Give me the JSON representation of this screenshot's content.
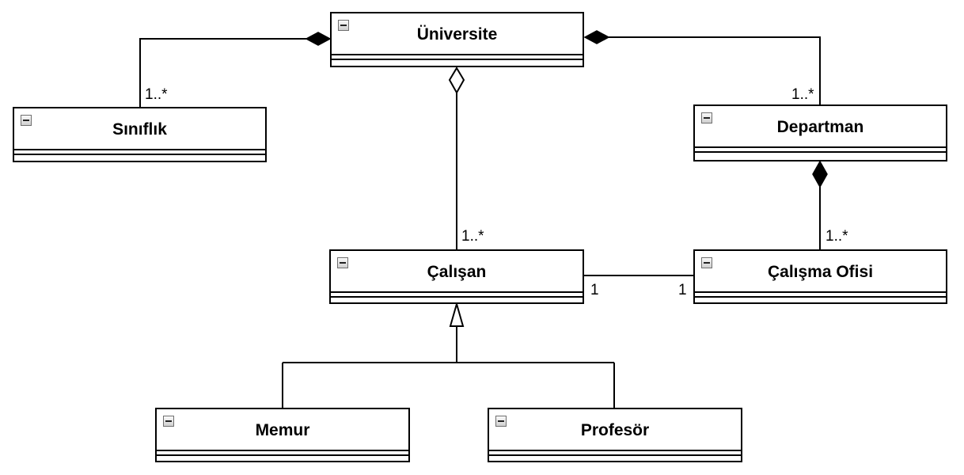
{
  "diagram": {
    "classes": {
      "universite": "Üniversite",
      "siniflik": "Sınıflık",
      "departman": "Departman",
      "calisan": "Çalışan",
      "calisma_ofisi": "Çalışma Ofisi",
      "memur": "Memur",
      "profesor": "Profesör"
    },
    "multiplicities": {
      "siniflik_end": "1..*",
      "departman_end": "1..*",
      "calisan_end": "1..*",
      "calisma_ofisi_end": "1..*",
      "calisan_office_left": "1",
      "calisan_office_right": "1"
    },
    "relationships": [
      {
        "from": "Üniversite",
        "to": "Sınıflık",
        "kind": "composition",
        "multiplicity": "1..*"
      },
      {
        "from": "Üniversite",
        "to": "Departman",
        "kind": "composition",
        "multiplicity": "1..*"
      },
      {
        "from": "Üniversite",
        "to": "Çalışan",
        "kind": "aggregation",
        "multiplicity": "1..*"
      },
      {
        "from": "Departman",
        "to": "Çalışma Ofisi",
        "kind": "composition",
        "multiplicity": "1..*"
      },
      {
        "from": "Çalışan",
        "to": "Çalışma Ofisi",
        "kind": "association",
        "multiplicity": "1 / 1"
      },
      {
        "from": "Memur",
        "to": "Çalışan",
        "kind": "generalization"
      },
      {
        "from": "Profesör",
        "to": "Çalışan",
        "kind": "generalization"
      }
    ]
  }
}
